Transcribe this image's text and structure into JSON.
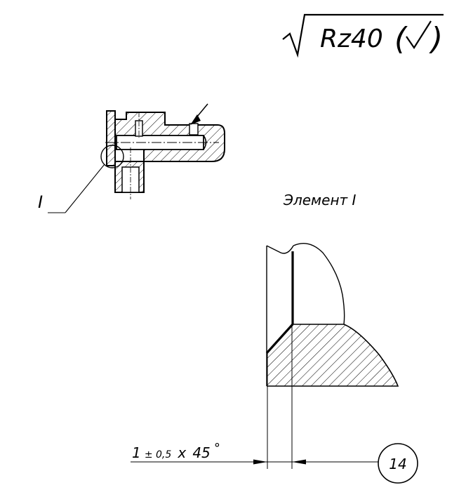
{
  "roughness": {
    "main": "Rz40",
    "bracket_open": "(",
    "bracket_close": ")"
  },
  "callout": {
    "label": "I"
  },
  "detail": {
    "title": "Элемент I"
  },
  "chamfer": {
    "nominal": "1",
    "tolerance": "± 0,5",
    "times": "x",
    "angle": "45",
    "degree": "°"
  },
  "balloon": {
    "number": "14"
  }
}
